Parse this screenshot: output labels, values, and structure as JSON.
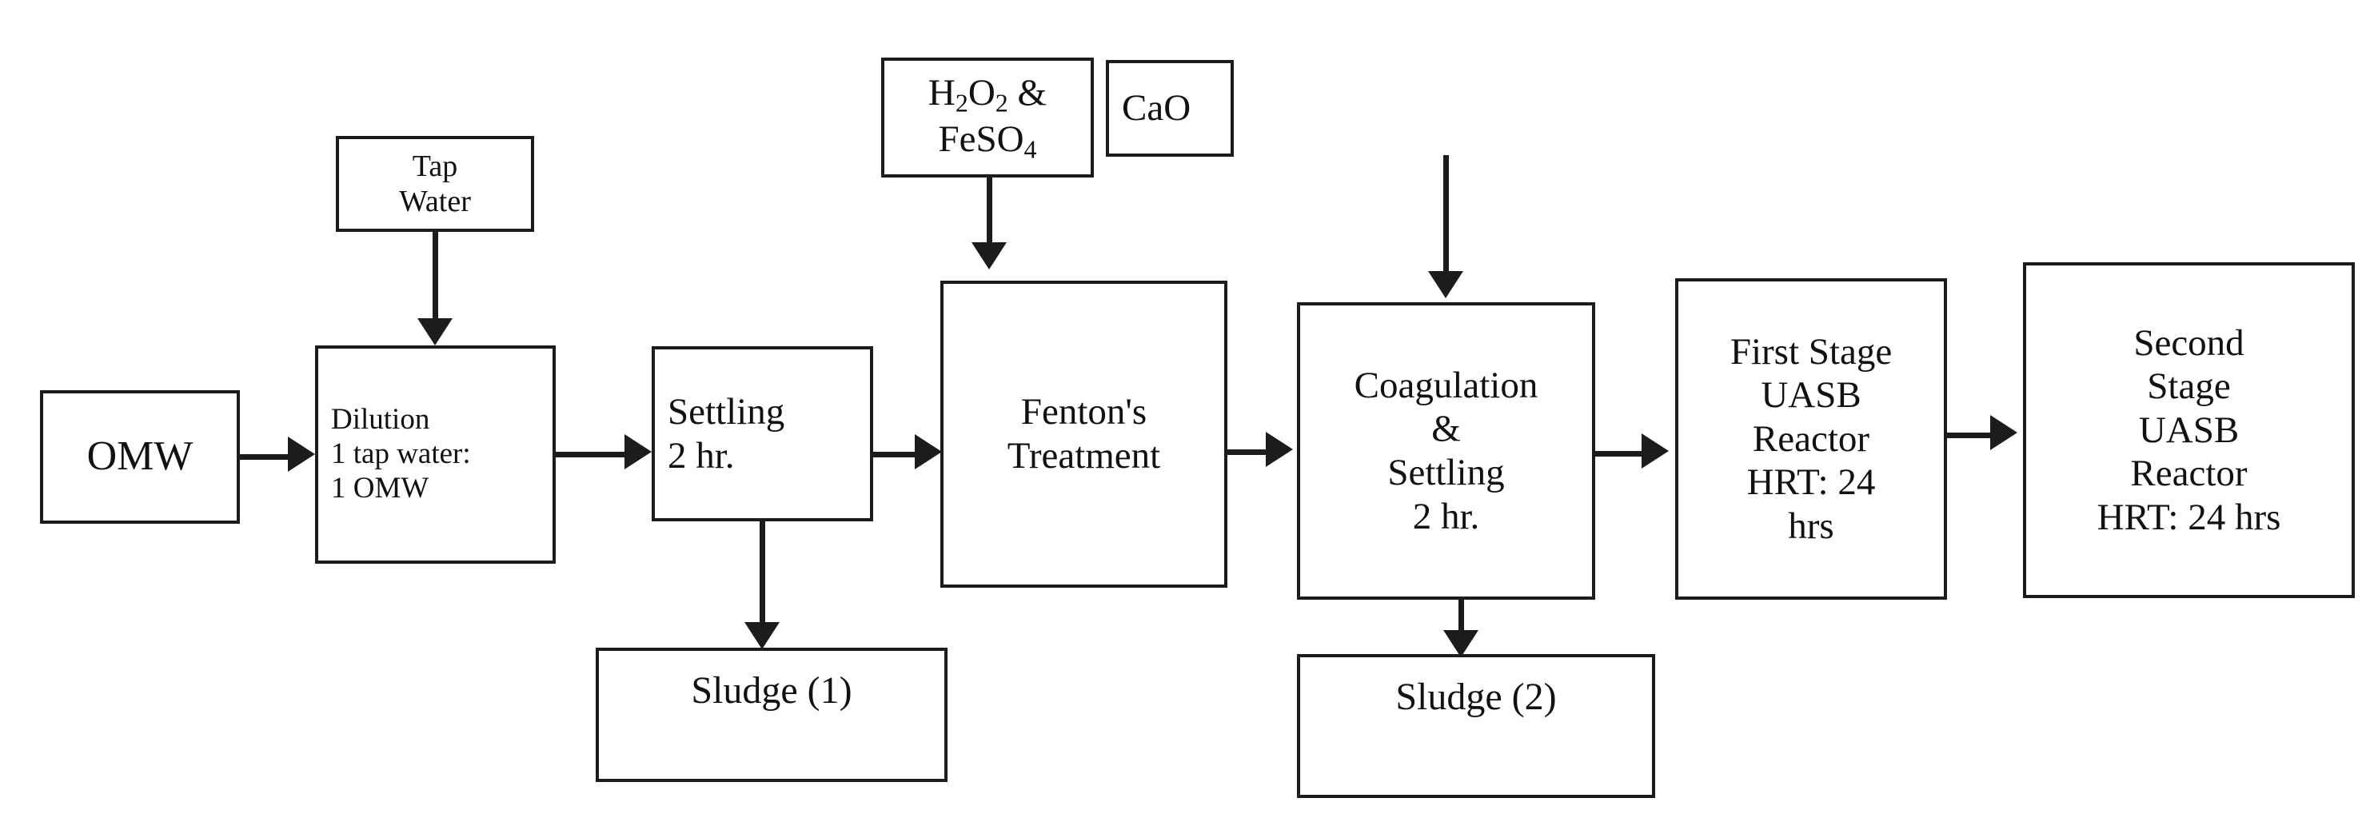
{
  "diagram": {
    "title": "Olive mill wastewater (OMW) treatment process flow diagram",
    "type": "process-flowchart",
    "line_color": "#1c1c1c",
    "background_color": "#ffffff",
    "nodes": [
      {
        "id": "omw",
        "label": "OMW"
      },
      {
        "id": "tap_water",
        "label": "Tap\nWater"
      },
      {
        "id": "dilution",
        "label": "Dilution\n1 tap water:\n1 OMW"
      },
      {
        "id": "settling",
        "label": "Settling\n2 hr."
      },
      {
        "id": "sludge1",
        "label": "Sludge (1)"
      },
      {
        "id": "reagents",
        "label_html": "H<sub>2</sub>O<sub>2</sub> &amp; FeSO<sub>4</sub>",
        "label": "H2O2 & FeSO4"
      },
      {
        "id": "fenton",
        "label": "Fenton's\nTreatment"
      },
      {
        "id": "cao",
        "label": "CaO"
      },
      {
        "id": "coagulation",
        "label": "Coagulation\n&\nSettling\n2 hr."
      },
      {
        "id": "sludge2",
        "label": "Sludge (2)"
      },
      {
        "id": "uasb1",
        "label": "First Stage\nUASB\nReactor\nHRT: 24\nhrs"
      },
      {
        "id": "uasb2",
        "label": "Second\nStage\nUASB\nReactor\nHRT: 24 hrs"
      }
    ],
    "edges": [
      {
        "from": "omw",
        "to": "dilution",
        "direction": "right"
      },
      {
        "from": "tap_water",
        "to": "dilution",
        "direction": "down"
      },
      {
        "from": "dilution",
        "to": "settling",
        "direction": "right"
      },
      {
        "from": "settling",
        "to": "sludge1",
        "direction": "down"
      },
      {
        "from": "settling",
        "to": "fenton",
        "direction": "right"
      },
      {
        "from": "reagents",
        "to": "fenton",
        "direction": "down"
      },
      {
        "from": "fenton",
        "to": "coagulation",
        "direction": "right"
      },
      {
        "from": "cao",
        "to": "coagulation",
        "direction": "down"
      },
      {
        "from": "coagulation",
        "to": "sludge2",
        "direction": "down"
      },
      {
        "from": "coagulation",
        "to": "uasb1",
        "direction": "right"
      },
      {
        "from": "uasb1",
        "to": "uasb2",
        "direction": "right"
      }
    ]
  }
}
